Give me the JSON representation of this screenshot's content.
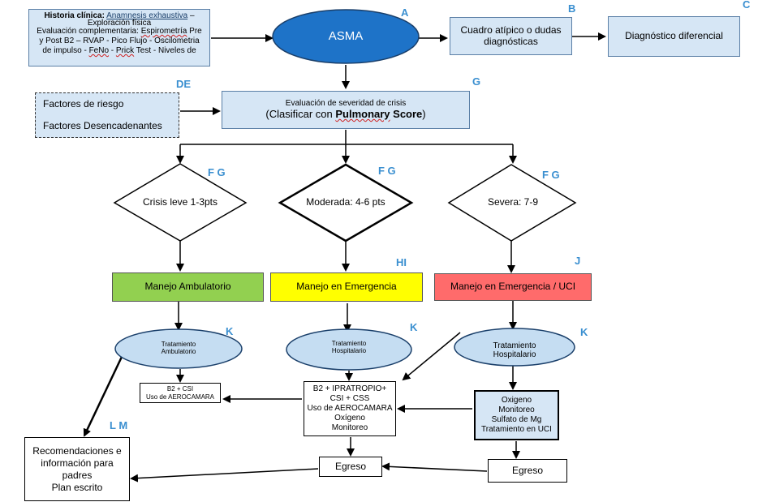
{
  "nodes": {
    "historia": {
      "bold_label": "Historia clínica:",
      "underlined": "Anamnesis  exhaustiva",
      "rest_l1": " –",
      "line2": "Exploración física",
      "line3_a": "Evaluación complementaria: ",
      "line3_sq": "Espirometría",
      "line3_b": " Pre",
      "line4": "y Post B2 – RVAP - Pico Flujo - Oscilometria",
      "line5_a": "de impulso - ",
      "line5_sq1": "FeNo",
      "line5_b": " - ",
      "line5_sq2": "Prick",
      "line5_c": " Test - Niveles de"
    },
    "asma": "ASMA",
    "cuadro": "Cuadro atípico o dudas diagnósticas",
    "diferencial": "Diagnóstico diferencial",
    "factores_riesgo": "Factores de riesgo",
    "factores_desenc": "Factores Desencadenantes",
    "evaluacion_l1": "Evaluación  de severidad de crisis",
    "evaluacion_l2a": "(Clasificar con ",
    "evaluacion_pulm": "Pulmonary",
    "evaluacion_score": " Score",
    "evaluacion_l2b": ")",
    "crisis_leve": "Crisis leve 1-3pts",
    "moderada": "Moderada:  4-6 pts",
    "severa": "Severa: 7-9",
    "manejo_amb": "Manejo Ambulatorio",
    "manejo_emerg": "Manejo en Emergencia",
    "manejo_uci": "Manejo en Emergencia / UCI",
    "trat_amb_l1": "Tratamiento",
    "trat_amb_l2": "Ambulatorio",
    "trat_hosp1_l1": "Tratamiento",
    "trat_hosp1_l2": "Hospitalario",
    "trat_hosp2_l1": "Tratamiento",
    "trat_hosp2_l2": "Hospitalario",
    "b2csi_l1": "B2 + CSI",
    "b2csi_l2": "Uso de AEROCAMARA",
    "ipra_l1": "B2 + IPRATROPIO+",
    "ipra_l2": "CSI + CSS",
    "ipra_l3": "Uso de AEROCAMARA",
    "ipra_l4": "Oxígeno",
    "ipra_l5": "Monitoreo",
    "oxi_l1": "Oxigeno",
    "oxi_l2": "Monitoreo",
    "oxi_l3": "Sulfato de Mg",
    "oxi_l4": "Tratamiento en UCI",
    "egreso1": "Egreso",
    "egreso2": "Egreso",
    "recom_l1": "Recomendaciones e",
    "recom_l2": "información para",
    "recom_l3": "padres",
    "recom_l4": "Plan escrito"
  },
  "tags": {
    "a": "A",
    "b": "B",
    "c": "C",
    "de": "DE",
    "g": "G",
    "fg1": "F G",
    "fg2": "F G",
    "fg3": "F G",
    "hi": "HI",
    "j": "J",
    "k1": "K",
    "k2": "K",
    "k3": "K",
    "lm": "L  M"
  },
  "colors": {
    "light_blue": "#d6e6f5",
    "asma_blue": "#1e73c8",
    "green": "#92d050",
    "yellow": "#ffff00",
    "red": "#ff6b6b",
    "tag_blue": "#3a8fd0"
  }
}
